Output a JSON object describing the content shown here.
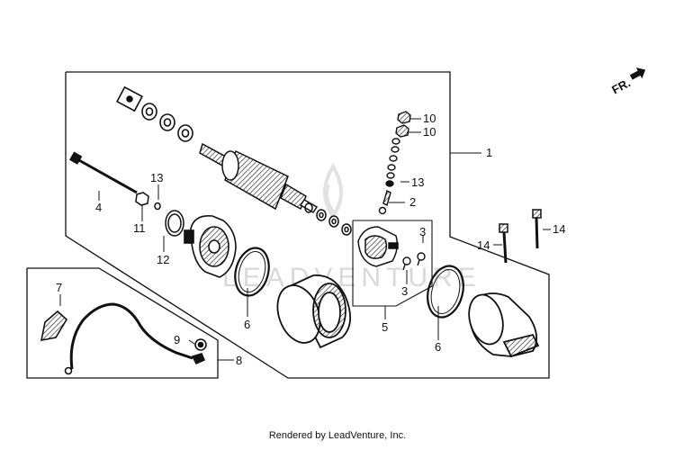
{
  "labels": {
    "p1": "1",
    "p2": "2",
    "p3a": "3",
    "p3b": "3",
    "p4": "4",
    "p5": "5",
    "p6a": "6",
    "p6b": "6",
    "p7": "7",
    "p8": "8",
    "p9": "9",
    "p10a": "10",
    "p10b": "10",
    "p11": "11",
    "p12": "12",
    "p13a": "13",
    "p13b": "13",
    "p14a": "14",
    "p14b": "14"
  },
  "direction_marker": "FR.",
  "watermark": "LEADVENTURE",
  "footer": "Rendered by LeadVenture, Inc."
}
